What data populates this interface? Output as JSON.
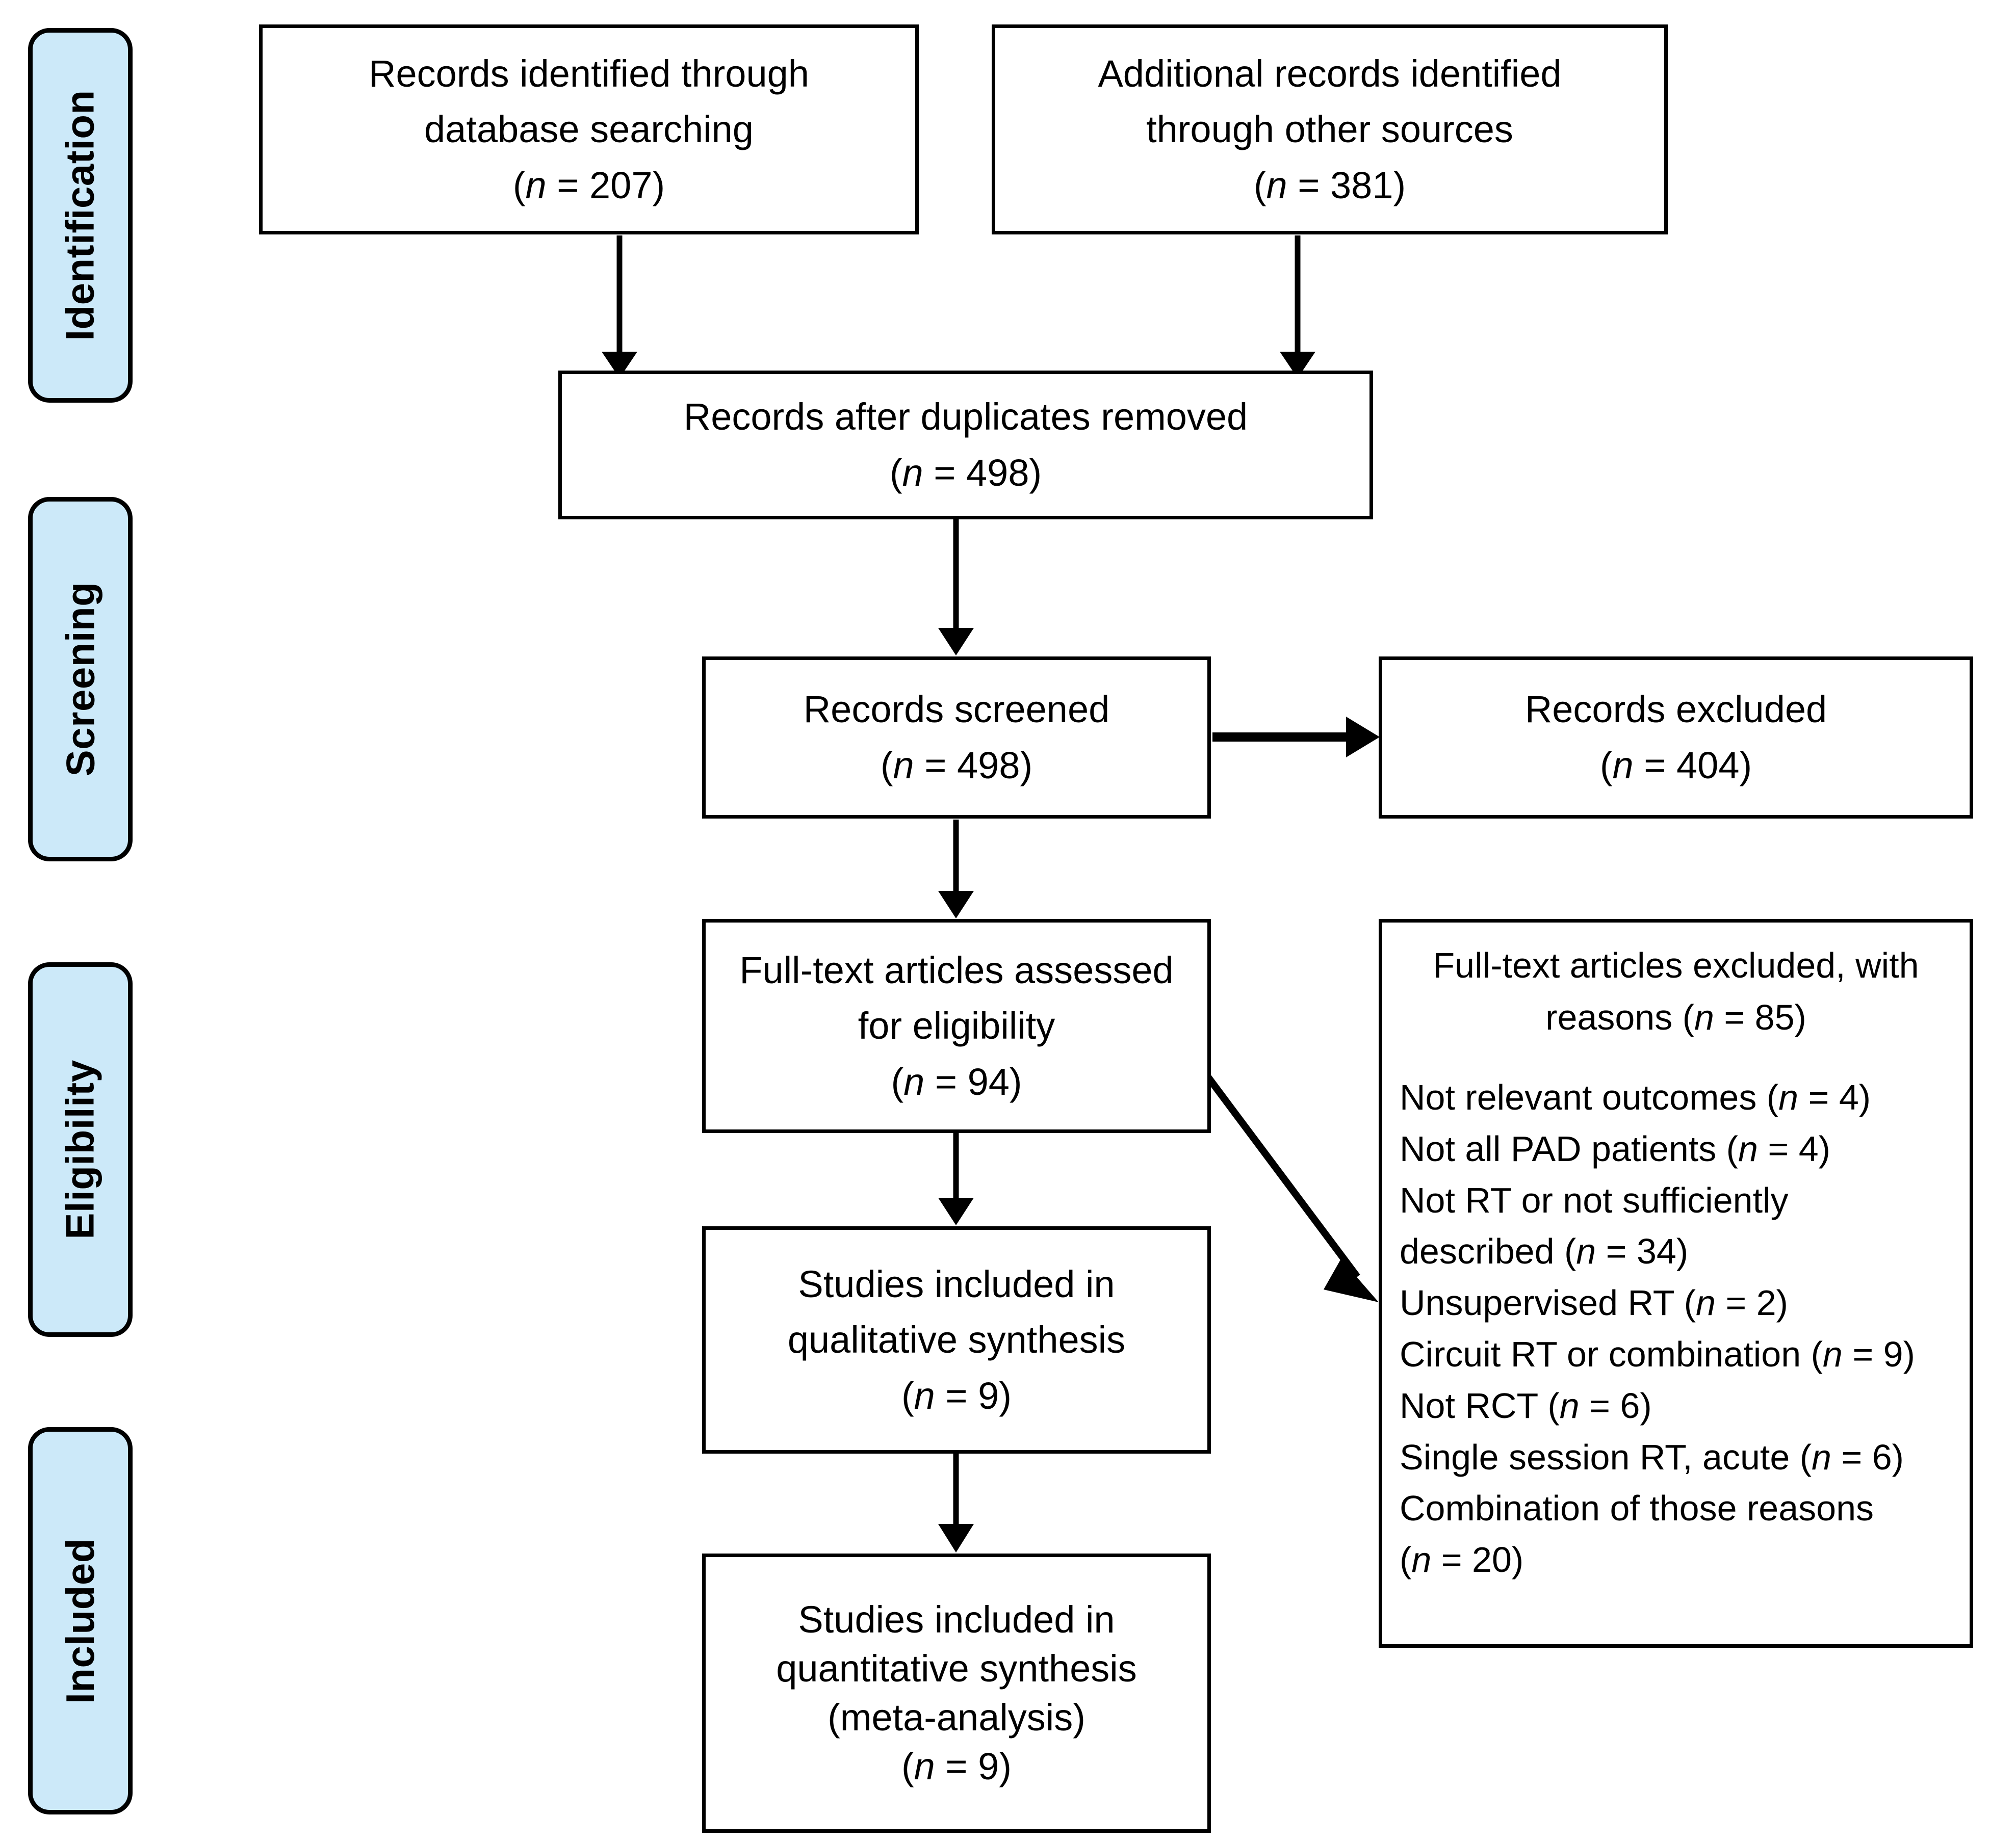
{
  "stages": [
    {
      "id": "identification",
      "label": "Identification"
    },
    {
      "id": "screening",
      "label": "Screening"
    },
    {
      "id": "eligibility",
      "label": "Eligibility"
    },
    {
      "id": "included",
      "label": "Included"
    }
  ],
  "boxes": {
    "db_search": {
      "line1": "Records identified through",
      "line2": "database searching",
      "count": "(n = 207)",
      "n_label": "n",
      "n_value": "= 207)"
    },
    "other_sources": {
      "line1": "Additional records identified",
      "line2": "through other sources",
      "count": "(n = 381)",
      "n_value": "= 381)"
    },
    "duplicates_removed": {
      "line1": "Records after duplicates removed",
      "count": "(n = 498)",
      "n_value": "= 498)"
    },
    "records_screened": {
      "line1": "Records screened",
      "count": "(n = 498)",
      "n_value": "= 498)"
    },
    "records_excluded": {
      "line1": "Records excluded",
      "count": "(n = 404)",
      "n_value": "= 404)"
    },
    "fulltext_assessed": {
      "line1": "Full-text articles assessed",
      "line2": "for eligibility",
      "count": "(n = 94)",
      "n_value": "= 94)"
    },
    "qualitative": {
      "line1": "Studies included in",
      "line2": "qualitative synthesis",
      "count": "(n = 9)",
      "n_value": "= 9)"
    },
    "quantitative": {
      "line1": "Studies included in",
      "line2": "quantitative synthesis",
      "line3": "(meta-analysis)",
      "count": "(n = 9)",
      "n_value": "= 9)"
    },
    "fulltext_excluded": {
      "head_line1": "Full-text articles excluded, with",
      "head_line2_pre": "reasons (",
      "head_line2_post": "= 85)",
      "reasons": [
        {
          "text_pre": "Not relevant outcomes (",
          "text_post": "= 4)"
        },
        {
          "text_pre": "Not all PAD patients (",
          "text_post": "= 4)"
        },
        {
          "text_pre": "Not RT or not sufficiently",
          "text_post": ""
        },
        {
          "text_pre": "described (",
          "text_post": "= 34)"
        },
        {
          "text_pre": "Unsupervised RT (",
          "text_post": "= 2)"
        },
        {
          "text_pre": "Circuit RT or combination (",
          "text_post": "= 9)"
        },
        {
          "text_pre": "Not RCT (",
          "text_post": "= 6)"
        },
        {
          "text_pre": "Single session RT, acute (",
          "text_post": "= 6)"
        },
        {
          "text_pre": "Combination of those reasons",
          "text_post": ""
        },
        {
          "text_pre": "(",
          "text_post": "= 20)"
        }
      ]
    }
  },
  "italic_n": "n",
  "colors": {
    "stage_fill": "#cce9f9",
    "stroke": "#000000",
    "box_fill": "#ffffff"
  }
}
